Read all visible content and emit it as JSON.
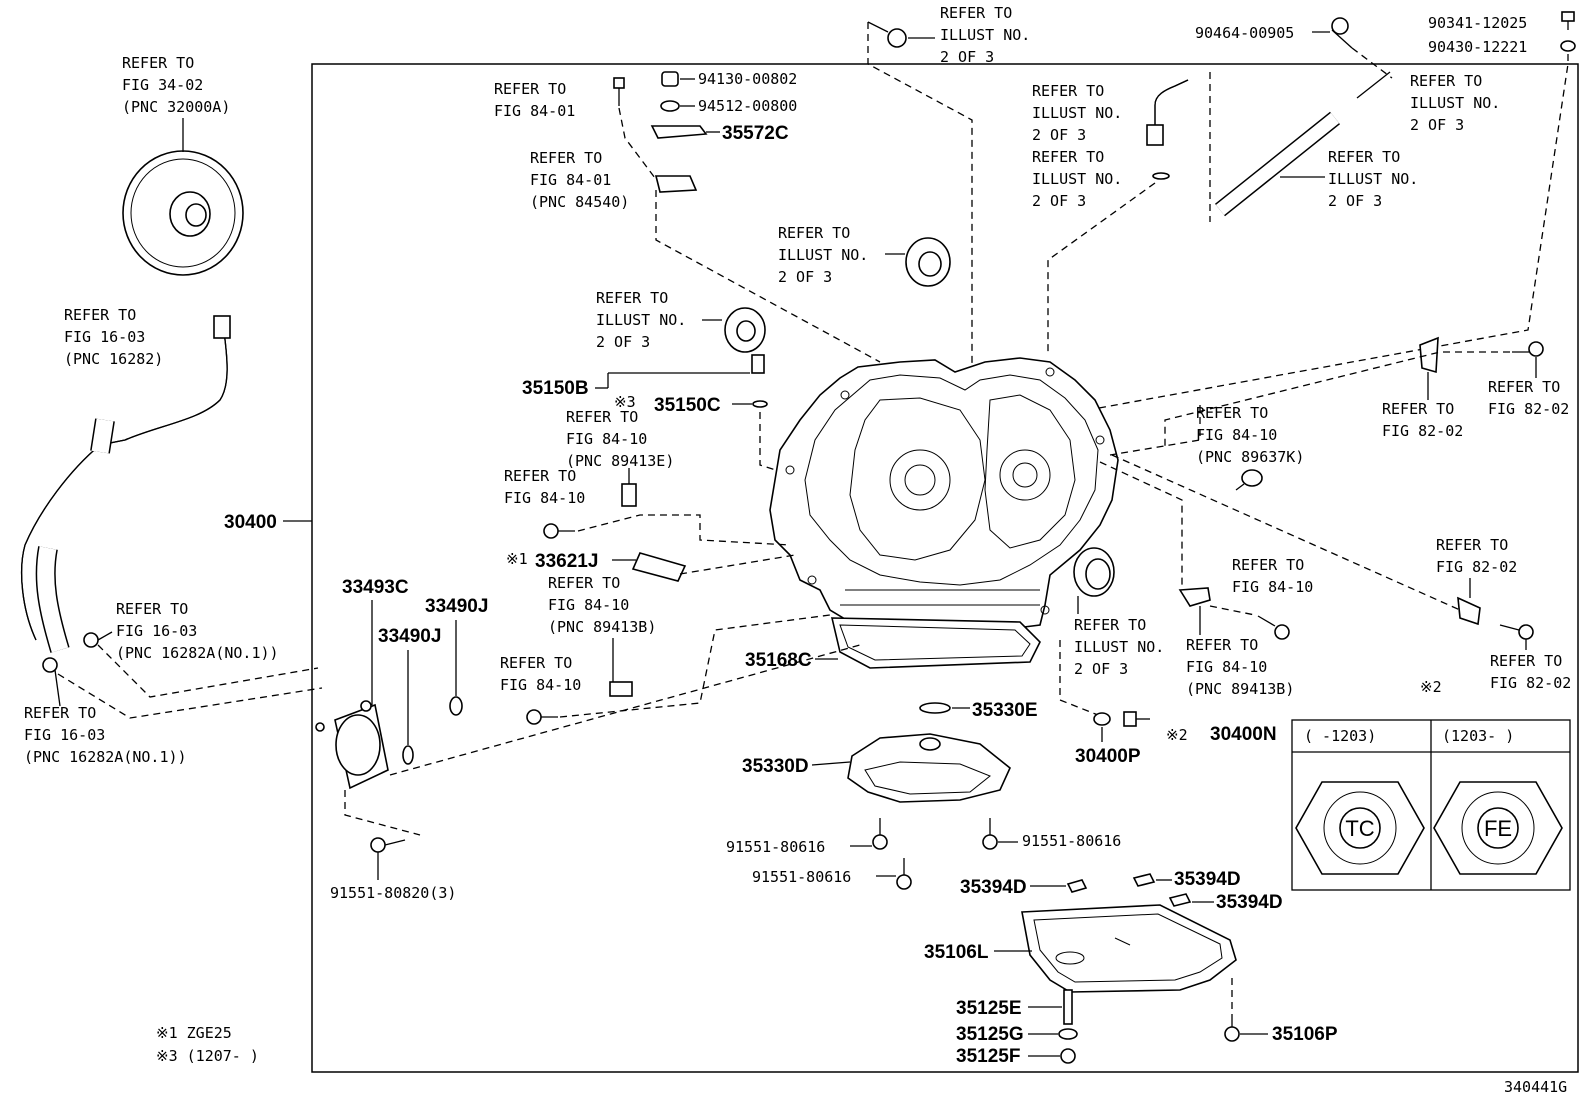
{
  "drawing_id": "340441G",
  "refs": {
    "illust_top": [
      "REFER TO",
      "ILLUST NO.",
      "2 OF 3"
    ],
    "fig3402": [
      "REFER TO",
      "FIG 34-02",
      "(PNC 32000A)"
    ],
    "fig1603a": [
      "REFER TO",
      "FIG 16-03",
      "(PNC 16282)"
    ],
    "fig1603b": [
      "REFER TO",
      "FIG 16-03",
      "(PNC 16282A(NO.1))"
    ],
    "fig1603c": [
      "REFER TO",
      "FIG 16-03",
      "(PNC 16282A(NO.1))"
    ],
    "fig8401a": [
      "REFER TO",
      "FIG 84-01"
    ],
    "fig8401b": [
      "REFER TO",
      "FIG 84-01",
      "(PNC 84540)"
    ],
    "illust_a": [
      "REFER TO",
      "ILLUST NO.",
      "2 OF 3"
    ],
    "illust_b": [
      "REFER TO",
      "ILLUST NO.",
      "2 OF 3"
    ],
    "illust_c": [
      "REFER TO",
      "ILLUST NO.",
      "2 OF 3"
    ],
    "illust_d": [
      "REFER TO",
      "ILLUST NO.",
      "2 OF 3"
    ],
    "illust_e": [
      "REFER TO",
      "ILLUST NO.",
      "2 OF 3"
    ],
    "illust_f": [
      "REFER TO",
      "ILLUST NO.",
      "2 OF 3"
    ],
    "illust_g": [
      "REFER TO",
      "ILLUST NO.",
      "2 OF 3"
    ],
    "fig8410a": [
      "REFER TO",
      "FIG 84-10",
      "(PNC 89413E)"
    ],
    "fig8410b": [
      "REFER TO",
      "FIG 84-10"
    ],
    "fig8410c": [
      "REFER TO",
      "FIG 84-10",
      "(PNC 89413B)"
    ],
    "fig8410d": [
      "REFER TO",
      "FIG 84-10"
    ],
    "fig8410e": [
      "REFER TO",
      "FIG 84-10",
      "(PNC 89637K)"
    ],
    "fig8410f": [
      "REFER TO",
      "FIG 84-10"
    ],
    "fig8410g": [
      "REFER TO",
      "FIG 84-10",
      "(PNC 89413B)"
    ],
    "fig8202a": [
      "REFER TO",
      "FIG 82-02"
    ],
    "fig8202b": [
      "REFER TO",
      "FIG 82-02"
    ],
    "fig8202c": [
      "REFER TO",
      "FIG 82-02"
    ],
    "fig8202d": [
      "REFER TO",
      "FIG 82-02"
    ]
  },
  "parts": {
    "p94130": "94130-00802",
    "p94512": "94512-00800",
    "p35572C": "35572C",
    "p35150B": "35150B",
    "p35150C": "35150C",
    "p30400": "30400",
    "p33621J": "33621J",
    "p33493C": "33493C",
    "p33490J_a": "33490J",
    "p33490J_b": "33490J",
    "p91551_80820": "91551-80820(3)",
    "p35168C": "35168C",
    "p35330E": "35330E",
    "p35330D": "35330D",
    "p30400P": "30400P",
    "p30400N": "30400N",
    "p91551_a": "91551-80616",
    "p91551_b": "91551-80616",
    "p91551_c": "91551-80616",
    "p35394D_a": "35394D",
    "p35394D_b": "35394D",
    "p35394D_c": "35394D",
    "p35106L": "35106L",
    "p35125E": "35125E",
    "p35125G": "35125G",
    "p35125F": "35125F",
    "p35106P": "35106P",
    "p90464": "90464-00905",
    "p90341": "90341-12025",
    "p90430": "90430-12221"
  },
  "marks": {
    "m1": "※1",
    "m2": "※2",
    "m3": "※3"
  },
  "inset": {
    "mark": "※2",
    "col1": "(     -1203)",
    "col2": "(1203-     )",
    "cap1": "TC",
    "cap2": "FE"
  },
  "notes": {
    "n1": "※1 ZGE25",
    "n3": "※3 (1207-     )"
  }
}
